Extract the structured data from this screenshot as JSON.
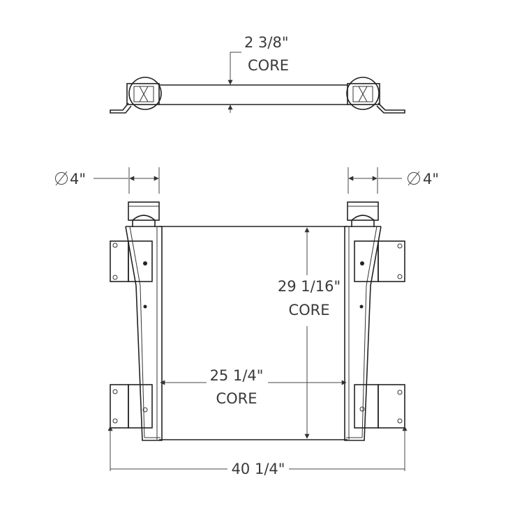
{
  "labels": {
    "depth_value": "2 3/8\"",
    "depth_core": "CORE",
    "inlet_left": "4\"",
    "inlet_right": "4\"",
    "height_value": "29 1/16\"",
    "height_core": "CORE",
    "width_value": "25 1/4\"",
    "width_core": "CORE",
    "overall_width": "40 1/4\""
  },
  "colors": {
    "line": "#222222",
    "text": "#3a3a3a",
    "background": "#ffffff"
  },
  "icons": {
    "diameter_symbol": "diameter-icon"
  }
}
